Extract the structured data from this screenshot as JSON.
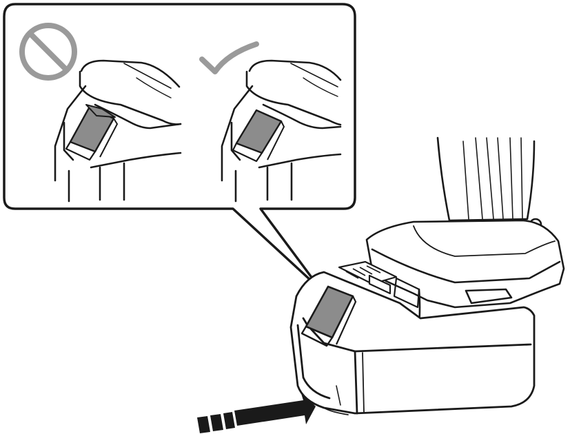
{
  "figure": {
    "panels": [
      {
        "id": "incorrect",
        "symbol": "prohibited-icon",
        "state": "latch-not-flush"
      },
      {
        "id": "correct",
        "symbol": "checkmark-icon",
        "state": "latch-flush"
      }
    ],
    "main_view": {
      "subject": "battery-insertion",
      "arrow": "insert-direction-arrow"
    },
    "colors": {
      "line": "#1a1a1a",
      "latch_fill": "#8c8c8c",
      "symbol_gray": "#9a9a9a",
      "paper": "#ffffff"
    }
  }
}
